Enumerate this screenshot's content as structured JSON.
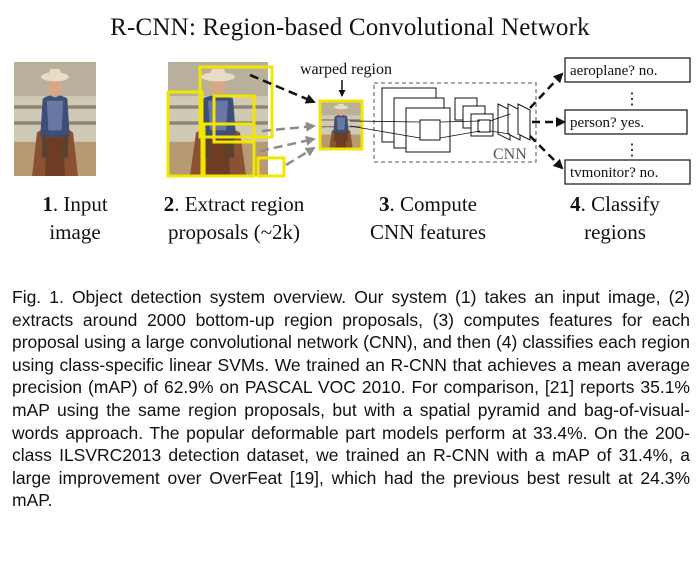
{
  "figure": {
    "title": "R-CNN: Region-based Convolutional Network",
    "warped_label": "warped region",
    "cnn_label": "CNN",
    "classes": [
      {
        "text": "aeroplane? no."
      },
      {
        "text": "person? yes."
      },
      {
        "text": "tvmonitor? no."
      }
    ],
    "dots": "⋮",
    "steps": [
      {
        "num": "1",
        "line1": ". Input",
        "line2": "image"
      },
      {
        "num": "2",
        "line1": ". Extract region",
        "line2": "proposals (~2k)"
      },
      {
        "num": "3",
        "line1": ". Compute",
        "line2": "CNN features"
      },
      {
        "num": "4",
        "line1": ". Classify",
        "line2": "regions"
      }
    ],
    "colors": {
      "region_box": "#f2e600",
      "arrow_dark": "#111111",
      "arrow_gray": "#8c8c8c",
      "sky": "#cfc9b6",
      "shirt": "#3d4f78",
      "horse": "#8a5232",
      "ground": "#b59a74"
    }
  },
  "caption": {
    "text": "Fig. 1. Object detection system overview. Our system (1) takes an input image, (2) extracts around 2000 bottom-up region proposals, (3) computes features for each proposal using a large convolutional network (CNN), and then (4) classifies each region using class-specific linear SVMs. We trained an R-CNN that achieves a mean average precision (mAP) of 62.9% on PASCAL VOC 2010. For comparison, [21] reports 35.1% mAP using the same region proposals, but with a spatial pyramid and bag-of-visual-words approach. The popular deformable part models perform at 33.4%. On the 200-class ILSVRC2013 detection dataset, we trained an R-CNN with a mAP of 31.4%, a large improvement over OverFeat [19], which had the previous best result at 24.3% mAP."
  }
}
